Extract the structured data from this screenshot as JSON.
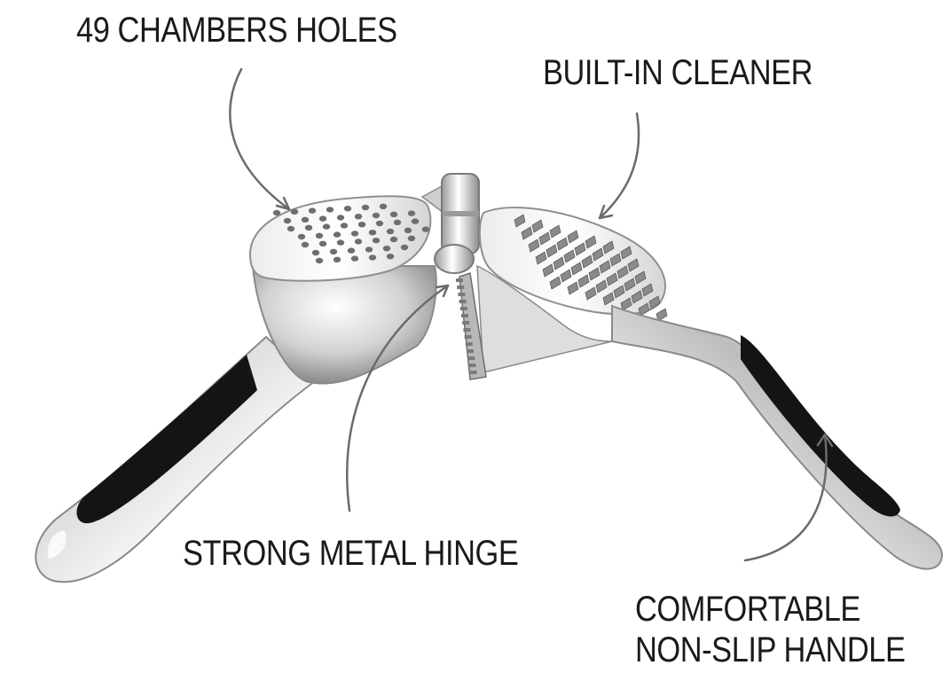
{
  "labels": {
    "holes": "49 CHAMBERS HOLES",
    "cleaner": "BUILT-IN CLEANER",
    "hinge": "STRONG METAL HINGE",
    "handle_line1": "COMFORTABLE",
    "handle_line2": "NON-SLIP HANDLE"
  },
  "colors": {
    "background": "#ffffff",
    "text": "#1a1a1a",
    "arrow": "#6b6b6b",
    "metal_light": "#f4f4f4",
    "metal_mid": "#c9c9c9",
    "metal_dark": "#7c7c7c",
    "grip": "#141414"
  }
}
